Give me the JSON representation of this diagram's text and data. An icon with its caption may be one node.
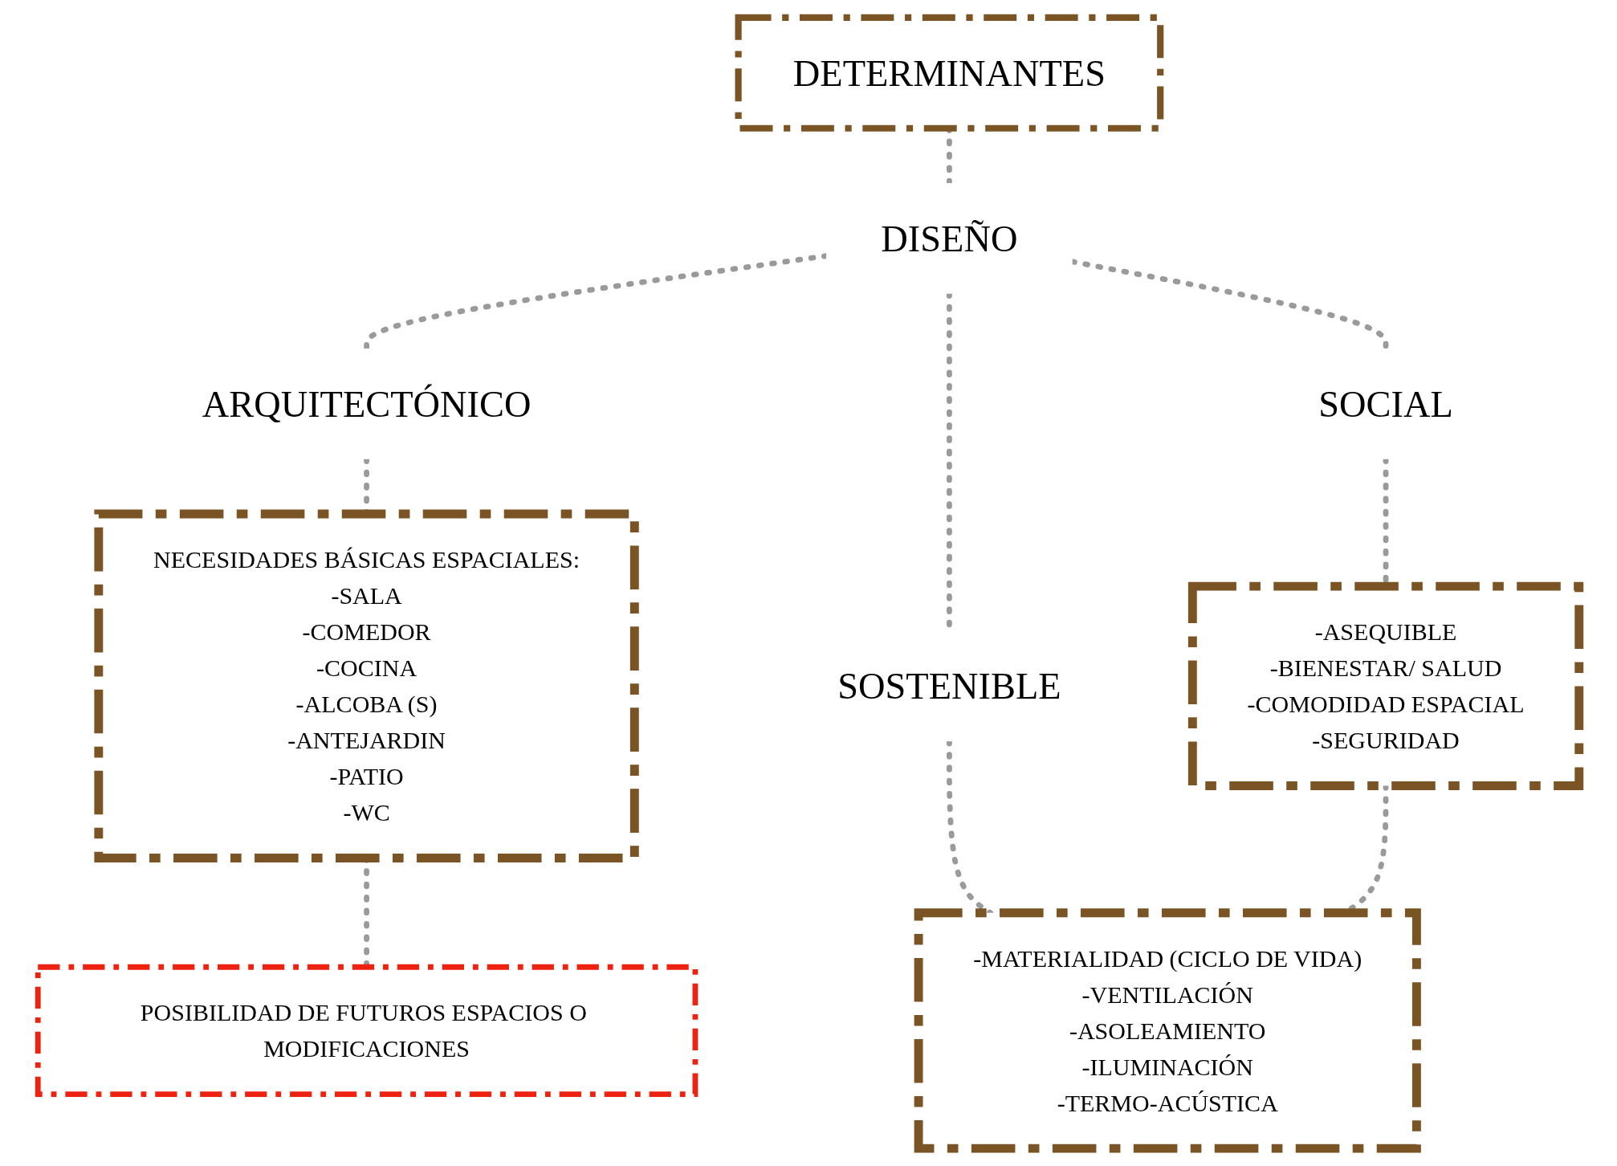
{
  "diagram": {
    "nodes": [
      {
        "text": [
          "DETERMINANTES"
        ]
      },
      {
        "text": [
          "DISEÑO"
        ]
      },
      {
        "text": [
          "ARQUITECTÓNICO"
        ]
      },
      {
        "text": [
          "SOCIAL"
        ]
      },
      {
        "text": [
          "SOSTENIBLE"
        ]
      },
      {
        "text": [
          "NECESIDADES BÁSICAS ESPACIALES:",
          "-SALA",
          "-COMEDOR",
          "-COCINA",
          "-ALCOBA (S)",
          "-ANTEJARDIN",
          "-PATIO",
          "-WC"
        ]
      },
      {
        "text": [
          "-ASEQUIBLE",
          "-BIENESTAR/ SALUD",
          "-COMODIDAD ESPACIAL",
          "-SEGURIDAD"
        ]
      },
      {
        "text": [
          "-MATERIALIDAD (CICLO DE VIDA)",
          "-VENTILACIÓN",
          "-ASOLEAMIENTO",
          "-ILUMINACIÓN",
          "-TERMO-ACÚSTICA"
        ]
      },
      {
        "text": [
          "POSIBILIDAD DE FUTUROS ESPACIOS O MODIFICACIONES"
        ]
      }
    ],
    "edges": [
      {
        "from": 0,
        "to": 1,
        "arrow": "none",
        "style": "dashed"
      },
      {
        "from": 1,
        "to": 2,
        "arrow": "none",
        "style": "dashed"
      },
      {
        "from": 1,
        "to": 3,
        "arrow": "none",
        "style": "dashed"
      },
      {
        "from": 1,
        "to": 4,
        "arrow": "none",
        "style": "dashed"
      },
      {
        "from": 2,
        "to": 5,
        "arrow": "none",
        "style": "dashed"
      },
      {
        "from": 3,
        "to": 6,
        "arrow": "none",
        "style": "dashed"
      },
      {
        "from": 4,
        "to": 7,
        "arrow": "none",
        "style": "dashed"
      },
      {
        "from": 5,
        "to": 8,
        "arrow": "none",
        "style": "dashed"
      },
      {
        "from": 6,
        "to": 7,
        "arrow": "none",
        "style": "dashed"
      }
    ]
  }
}
